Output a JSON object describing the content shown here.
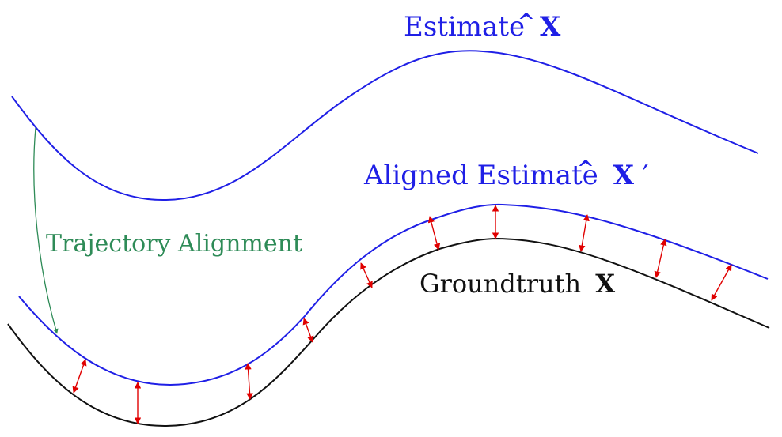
{
  "labels": {
    "estimate": {
      "text": "Estimate",
      "symbol": "X",
      "hat": "^",
      "color": "#1f1fe6"
    },
    "aligned": {
      "text": "Aligned Estimate",
      "symbol": "X",
      "hat": "^",
      "prime": "′",
      "color": "#1f1fe6"
    },
    "groundtruth": {
      "text": "Groundtruth",
      "symbol": "X",
      "color": "#111111"
    },
    "alignment": {
      "text": "Trajectory Alignment",
      "color": "#2e8b57"
    }
  },
  "colors": {
    "estimate_curve": "#1f1fe6",
    "groundtruth_curve": "#111111",
    "error_arrow": "#e00000",
    "alignment_arrow": "#2e8b57"
  }
}
